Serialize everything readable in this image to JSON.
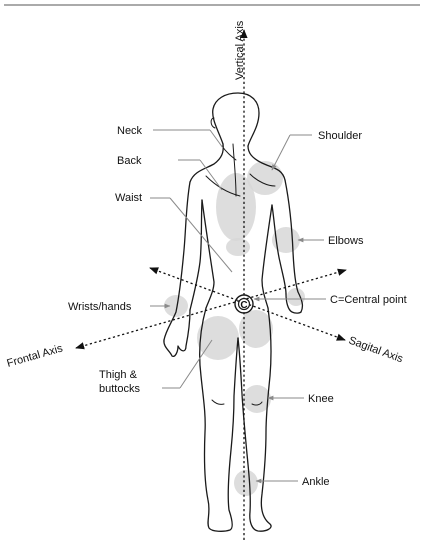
{
  "axes": {
    "vertical": "Vertical Axis",
    "frontal": "Frontal Axis",
    "sagital": "Sagital Axis"
  },
  "labels": {
    "neck": "Neck",
    "back": "Back",
    "waist": "Waist",
    "wrists_hands": "Wrists/hands",
    "thigh_line1": "Thigh &",
    "thigh_line2": "buttocks",
    "shoulder": "Shoulder",
    "elbows": "Elbows",
    "central_point": "C=Central point",
    "knee": "Knee",
    "ankle": "Ankle"
  },
  "center_marker": "C",
  "colors": {
    "line": "#1a1a1a",
    "spot": "#d7d7d7",
    "leader": "#8a8a8a"
  }
}
